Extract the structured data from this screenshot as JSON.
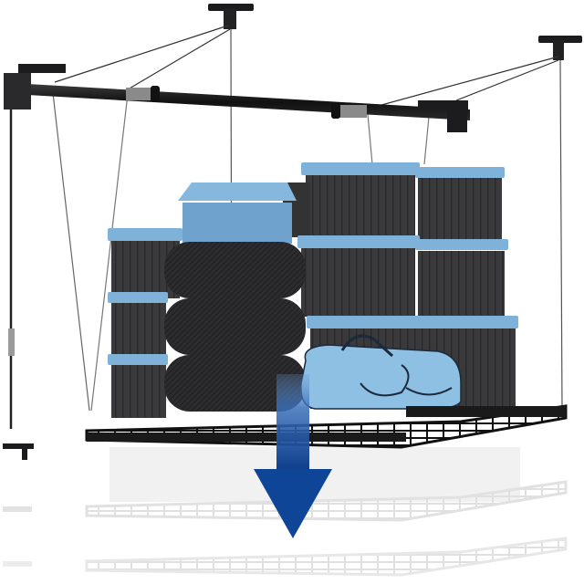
{
  "image": {
    "alt": "Overhead garage ceiling storage hoist rack loaded with storage bins, tires and a duffel bag, with a blue arrow showing the rack lowering",
    "subject": "Ceiling-mounted storage lift rack",
    "components": [
      "ceiling-mount-bracket",
      "crossbar-with-springs",
      "lift-cables",
      "wire-grid-platform",
      "storage-bins",
      "stacked-tires",
      "duffel-bag",
      "crank-handle",
      "lowering-arrow"
    ]
  },
  "colors": {
    "background": "#ffffff",
    "metal_dark": "#1c1c1e",
    "bin_body": "#3a3a3c",
    "bin_lid": "#7fb2d8",
    "tire": "#2b2b2d",
    "bag": "#8ec0e4",
    "arrow_top": "#5b8fd0",
    "arrow_bottom": "#0d3d8c",
    "ghost": "#cfcfcf"
  }
}
